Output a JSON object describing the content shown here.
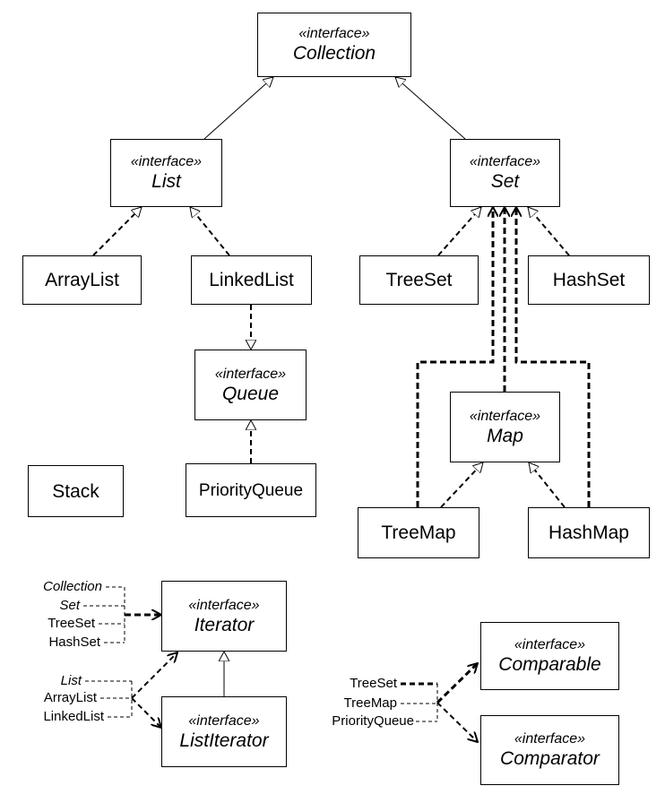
{
  "stereotype": "«interface»",
  "interfaces": {
    "collection": "Collection",
    "list": "List",
    "set": "Set",
    "queue": "Queue",
    "map": "Map",
    "iterator": "Iterator",
    "list_iterator": "ListIterator",
    "comparable": "Comparable",
    "comparator": "Comparator"
  },
  "classes": {
    "array_list": "ArrayList",
    "linked_list": "LinkedList",
    "tree_set": "TreeSet",
    "hash_set": "HashSet",
    "stack": "Stack",
    "priority_queue": "PriorityQueue",
    "tree_map": "TreeMap",
    "hash_map": "HashMap"
  },
  "iterator_sources": [
    "Collection",
    "Set",
    "TreeSet",
    "HashSet"
  ],
  "list_iterator_sources": [
    "List",
    "ArrayList",
    "LinkedList"
  ],
  "comparison_sources": [
    "TreeSet",
    "TreeMap",
    "PriorityQueue"
  ]
}
